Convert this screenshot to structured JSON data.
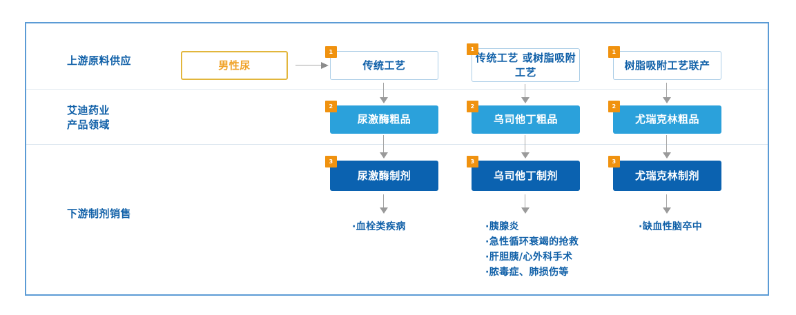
{
  "frame": {
    "accent_color": "#5b9bd5"
  },
  "colors": {
    "amber_border": "#e2b63c",
    "amber_text": "#f0a32a",
    "light_blue_fill": "#2ba1db",
    "dark_blue_fill": "#0b62b0",
    "label_blue": "#1060a8",
    "badge_orange": "#f0920f",
    "arrow_gray": "#a6a6a6"
  },
  "row_labels": [
    {
      "name": "upstream",
      "text": "上游原料供应"
    },
    {
      "name": "company-products",
      "text": "艾迪药业\n产品领域"
    },
    {
      "name": "downstream",
      "text": "下游制剂销售"
    }
  ],
  "source_box": {
    "label": "男性尿"
  },
  "columns": [
    {
      "process": {
        "badge": "1",
        "label": "传统工艺"
      },
      "crude": {
        "badge": "2",
        "label": "尿激酶粗品"
      },
      "product": {
        "badge": "3",
        "label": "尿激酶制剂"
      },
      "indications": "·血栓类疾病"
    },
    {
      "process": {
        "badge": "1",
        "label": "传统工艺\n或树脂吸附工艺"
      },
      "crude": {
        "badge": "2",
        "label": "乌司他丁粗品"
      },
      "product": {
        "badge": "3",
        "label": "乌司他丁制剂"
      },
      "indications": "·胰腺炎\n·急性循环衰竭的抢救\n·肝胆胰/心外科手术\n·脓毒症、肺损伤等"
    },
    {
      "process": {
        "badge": "1",
        "label": "树脂吸附工艺联产"
      },
      "crude": {
        "badge": "2",
        "label": "尤瑞克林粗品"
      },
      "product": {
        "badge": "3",
        "label": "尤瑞克林制剂"
      },
      "indications": "·缺血性脑卒中"
    }
  ]
}
